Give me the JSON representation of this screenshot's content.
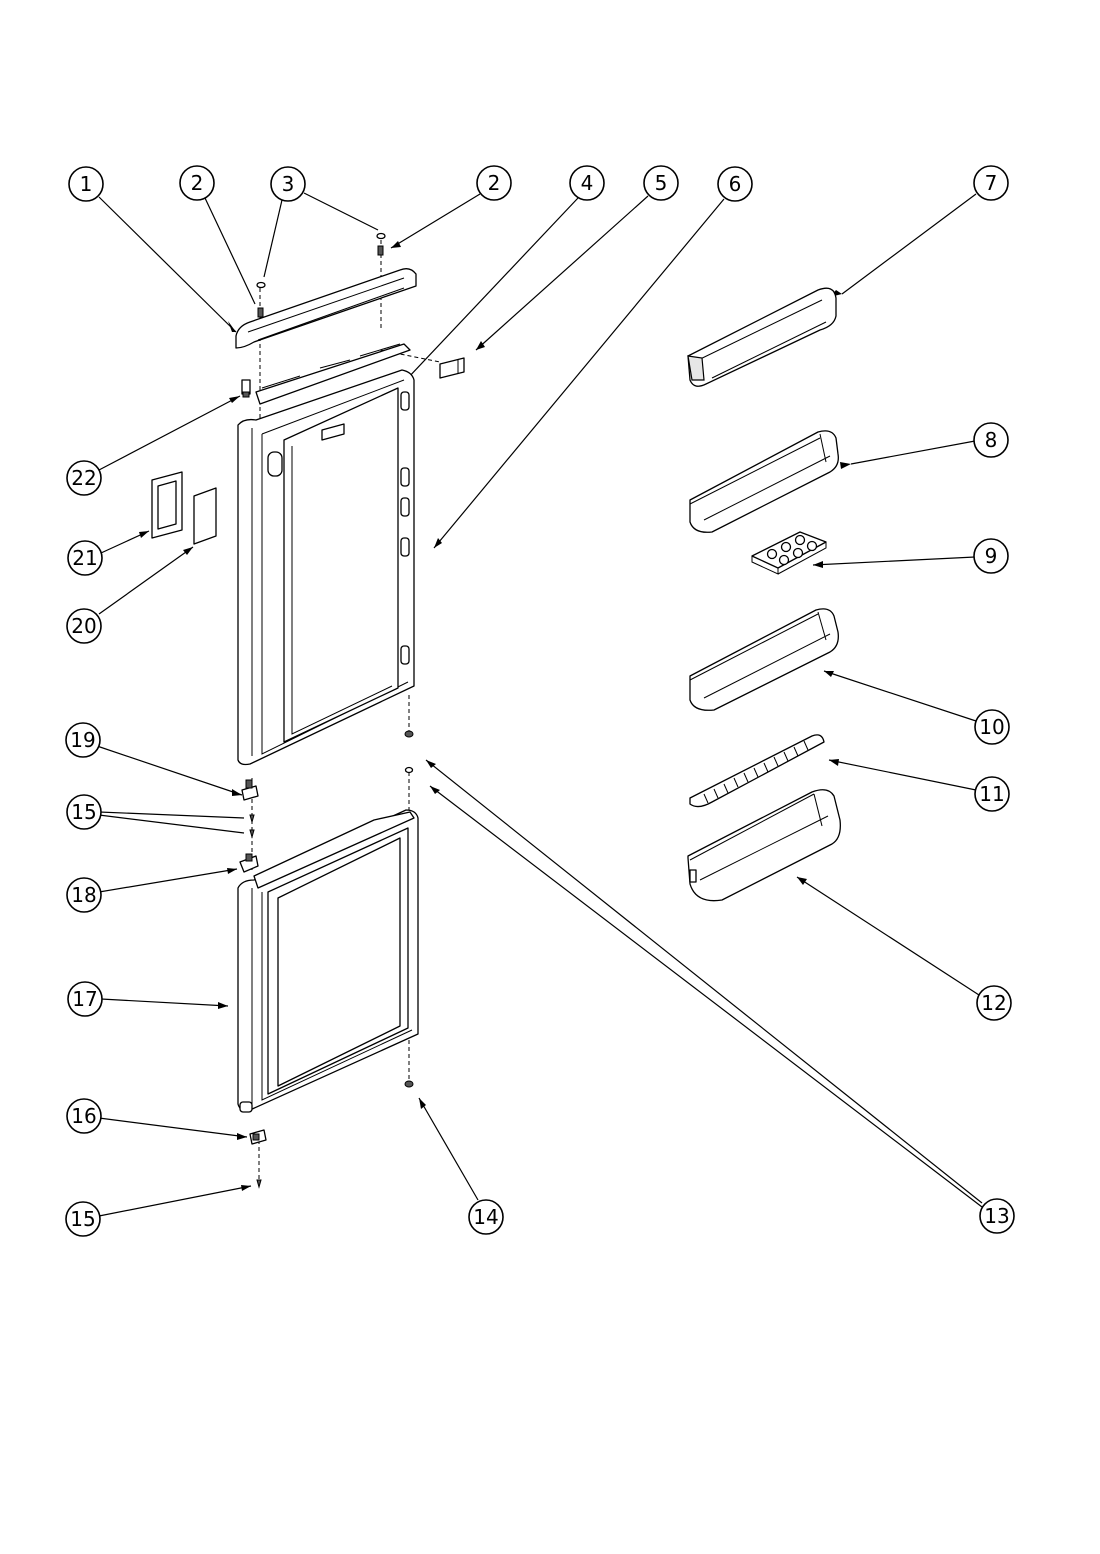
{
  "diagram": {
    "callouts": [
      {
        "id": "c1",
        "label": "1"
      },
      {
        "id": "c2a",
        "label": "2"
      },
      {
        "id": "c3",
        "label": "3"
      },
      {
        "id": "c2b",
        "label": "2"
      },
      {
        "id": "c4",
        "label": "4"
      },
      {
        "id": "c5",
        "label": "5"
      },
      {
        "id": "c6",
        "label": "6"
      },
      {
        "id": "c7",
        "label": "7"
      },
      {
        "id": "c8",
        "label": "8"
      },
      {
        "id": "c9",
        "label": "9"
      },
      {
        "id": "c10",
        "label": "10"
      },
      {
        "id": "c11",
        "label": "11"
      },
      {
        "id": "c12",
        "label": "12"
      },
      {
        "id": "c13",
        "label": "13"
      },
      {
        "id": "c14",
        "label": "14"
      },
      {
        "id": "c15a",
        "label": "15"
      },
      {
        "id": "c15b",
        "label": "15"
      },
      {
        "id": "c16",
        "label": "16"
      },
      {
        "id": "c17",
        "label": "17"
      },
      {
        "id": "c18",
        "label": "18"
      },
      {
        "id": "c19",
        "label": "19"
      },
      {
        "id": "c20",
        "label": "20"
      },
      {
        "id": "c21",
        "label": "21"
      },
      {
        "id": "c22",
        "label": "22"
      }
    ]
  }
}
